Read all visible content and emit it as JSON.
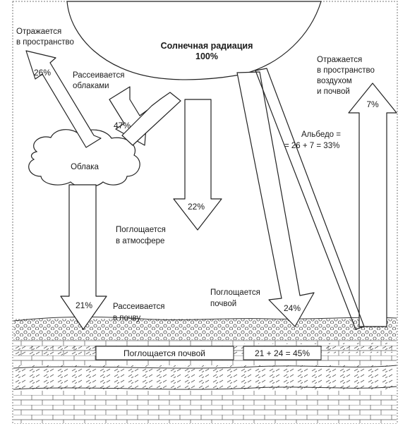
{
  "sun": {
    "title_line1": "Солнечная радиация",
    "title_line2": "100%"
  },
  "clouds": {
    "label": "Облака"
  },
  "reflected_space": {
    "line1": "Отражается",
    "line2": "в пространство",
    "value": "26%"
  },
  "scattered_clouds": {
    "line1": "Рассеивается",
    "line2": "облаками",
    "value": "47%"
  },
  "absorbed_atmosphere": {
    "line1": "Поглощается",
    "line2": "в атмосфере",
    "value": "22%"
  },
  "reflected_air_soil": {
    "line1": "Отражается",
    "line2": "в пространство",
    "line3": "воздухом",
    "line4": "и почвой",
    "value": "7%"
  },
  "albedo": {
    "line1": "Альбедо =",
    "line2": "= 26 + 7 = 33%"
  },
  "scattered_soil": {
    "line1": "Рассеивается",
    "line2": "в почву",
    "value": "21%"
  },
  "absorbed_soil_direct": {
    "line1": "Поглощается",
    "line2": "почвой",
    "value": "24%"
  },
  "ground": {
    "box_absorbed": "Поглощается почвой",
    "box_sum": "21 + 24 = 45%"
  }
}
